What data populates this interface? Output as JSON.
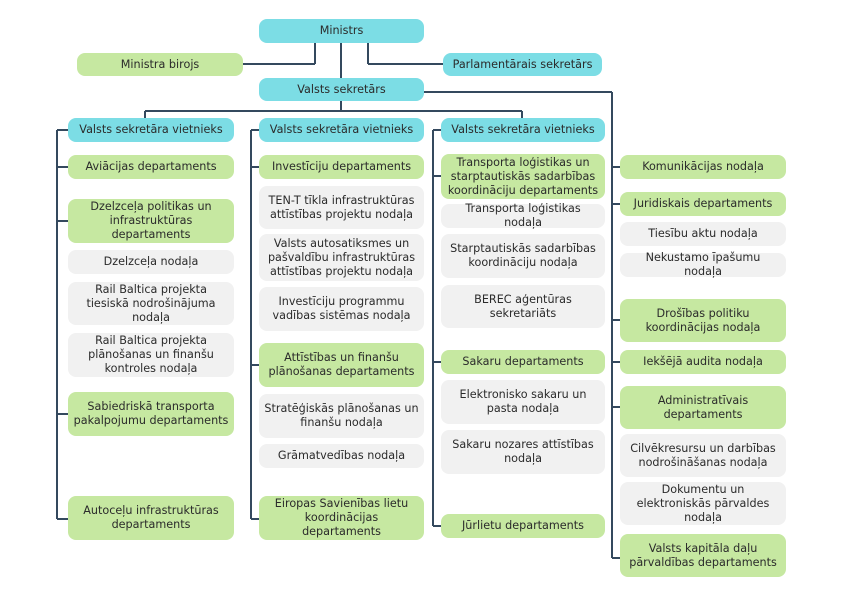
{
  "org": {
    "minister": "Ministrs",
    "minister_office": "Ministra birojs",
    "parliamentary_secretary": "Parlamentārais sekretārs",
    "state_secretary": "Valsts sekretārs",
    "col1": {
      "head": "Valsts sekretāra vietnieks",
      "aviation": "Aviācijas departaments",
      "rail_policy": "Dzelzceļa politikas un infrastruktūras departaments",
      "rail_division": "Dzelzceļa nodaļa",
      "rb_legal": "Rail Baltica projekta tiesiskā nodrošinājuma nodaļa",
      "rb_planning": "Rail Baltica projekta plānošanas un finanšu kontroles nodaļa",
      "public_transport": "Sabiedriskā transporta pakalpojumu departaments",
      "roads": "Autoceļu infrastruktūras departaments"
    },
    "col2": {
      "head": "Valsts sekretāra vietnieks",
      "investment": "Investīciju departaments",
      "tent": "TEN-T tīkla infrastruktūras attīstības projektu nodaļa",
      "motorway": "Valsts autosatiksmes un pašvaldību infrastruktūras attīstības projektu nodaļa",
      "inv_programs": "Investīciju programmu vadības sistēmas nodaļa",
      "dev_finance": "Attīstības un finanšu plānošanas departaments",
      "strategic": "Stratēģiskās plānošanas un finanšu nodaļa",
      "accounting": "Grāmatvedības nodaļa",
      "eu_affairs": "Eiropas Savienības lietu koordinācijas departaments"
    },
    "col3": {
      "head": "Valsts sekretāra vietnieks",
      "logistics_dept": "Transporta loģistikas un starptautiskās sadarbības koordināciju departaments",
      "logistics_div": "Transporta loģistikas nodaļa",
      "intl_coord": "Starptautiskās sadarbības koordināciju nodaļa",
      "berec": "BEREC aģentūras sekretariāts",
      "comms_dept": "Sakaru departaments",
      "e_comms": "Elektronisko sakaru un pasta nodaļa",
      "comms_dev": "Sakaru nozares attīstības nodaļa",
      "maritime": "Jūrlietu departaments"
    },
    "col4": {
      "communication": "Komunikācijas nodaļa",
      "legal_dept": "Juridiskais departaments",
      "legal_acts": "Tiesību aktu nodaļa",
      "property": "Nekustamo īpašumu nodaļa",
      "security": "Drošības politiku koordinācijas nodaļa",
      "audit": "Iekšējā audita nodaļa",
      "admin": "Administratīvais departaments",
      "hr": "Cilvēkresursu un darbības nodrošināšanas nodaļa",
      "documents": "Dokumentu un elektroniskās pārvaldes nodaļa",
      "capital": "Valsts kapitāla daļu pārvaldības departaments"
    }
  },
  "colors": {
    "teal": "#7cdde5",
    "green": "#c6e8a1",
    "gray": "#f1f1f1",
    "line": "#34495e"
  }
}
